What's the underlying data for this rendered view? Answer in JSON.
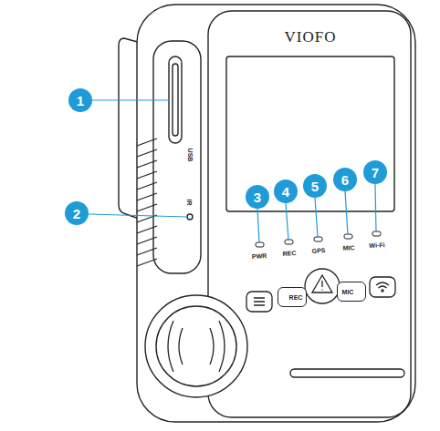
{
  "diagram": {
    "nodes": [
      {
        "text": [
          "1"
        ]
      },
      {
        "text": [
          "2"
        ]
      },
      {
        "text": [
          "3"
        ]
      },
      {
        "text": [
          "4"
        ]
      },
      {
        "text": [
          "5"
        ]
      },
      {
        "text": [
          "6"
        ]
      },
      {
        "text": [
          "7"
        ]
      },
      {
        "text": [
          "REC"
        ]
      },
      {
        "text": [
          "MIC"
        ]
      }
    ],
    "labels": [
      "VIOFO",
      "USB",
      "IR",
      "PWR",
      "REC",
      "GPS",
      "MIC",
      "Wi-Fi"
    ]
  }
}
